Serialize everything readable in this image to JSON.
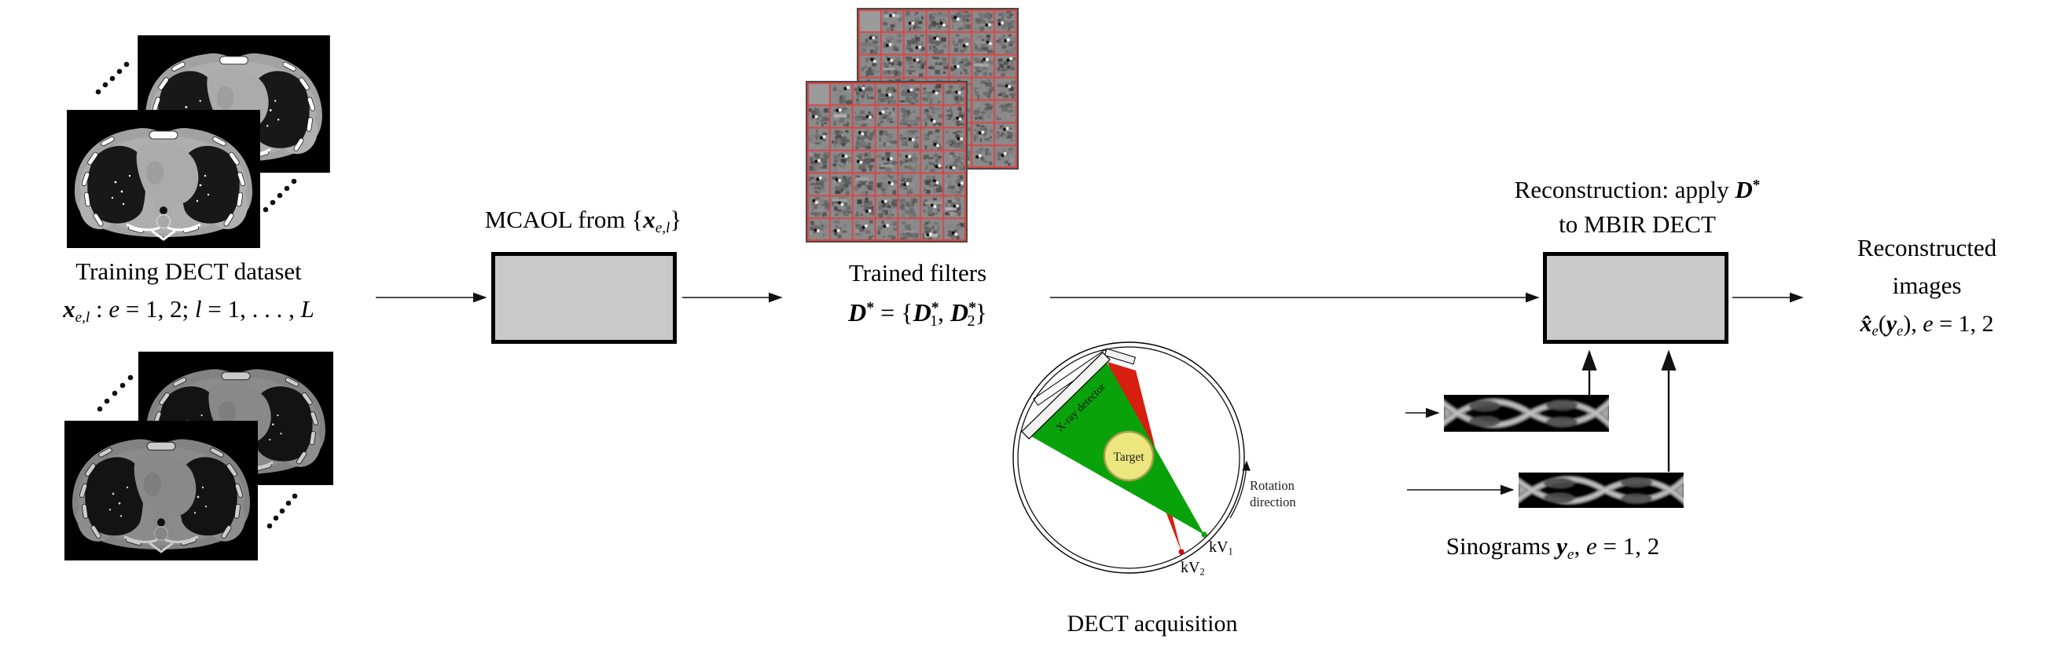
{
  "figure_caption_note": "Flow diagram: MCAOL dictionary learning for MBIR DECT reconstruction",
  "training": {
    "title": "Training DECT dataset",
    "math": [
      {
        "t": "x",
        "c": "bi"
      },
      {
        "t": "e,l",
        "c": "sub"
      },
      {
        "t": " : ",
        "c": "rm"
      },
      {
        "t": "e",
        "c": "it"
      },
      {
        "t": " = 1, 2; ",
        "c": "rm"
      },
      {
        "t": "l",
        "c": "it"
      },
      {
        "t": " = 1, . . . , ",
        "c": "rm"
      },
      {
        "t": "L",
        "c": "it"
      }
    ]
  },
  "mcaol": {
    "label": [
      {
        "t": "MCAOL from {",
        "c": "rm"
      },
      {
        "t": "x",
        "c": "bi"
      },
      {
        "t": "e,l",
        "c": "sub"
      },
      {
        "t": "}",
        "c": "rm"
      }
    ]
  },
  "trained_filters": {
    "title": "Trained filters",
    "math": [
      {
        "t": "D",
        "c": "bi"
      },
      {
        "t": "*",
        "c": "sup"
      },
      {
        "t": " = {",
        "c": "rm"
      },
      {
        "t": "D",
        "c": "bi"
      },
      {
        "t": "*",
        "c": "sup"
      },
      {
        "t": "1",
        "c": "sub ssub up"
      },
      {
        "t": ", ",
        "c": "rm"
      },
      {
        "t": "D",
        "c": "bi"
      },
      {
        "t": "*",
        "c": "sup"
      },
      {
        "t": "2",
        "c": "sub ssub up"
      },
      {
        "t": "}",
        "c": "rm"
      }
    ]
  },
  "reconstruction": {
    "title_line1": [
      {
        "t": "Reconstruction: apply ",
        "c": "rm"
      },
      {
        "t": "D",
        "c": "bi"
      },
      {
        "t": "*",
        "c": "sup"
      }
    ],
    "title_line2": "to MBIR DECT"
  },
  "reconstructed": {
    "line1": "Reconstructed",
    "line2": "images",
    "math": [
      {
        "t": "x̂",
        "c": "bi"
      },
      {
        "t": "e",
        "c": "sub"
      },
      {
        "t": "(",
        "c": "rm"
      },
      {
        "t": "y",
        "c": "bi"
      },
      {
        "t": "e",
        "c": "sub"
      },
      {
        "t": "), ",
        "c": "rm"
      },
      {
        "t": "e",
        "c": "it"
      },
      {
        "t": " = 1, 2",
        "c": "rm"
      }
    ]
  },
  "sinograms": {
    "label": [
      {
        "t": "Sinograms ",
        "c": "rm"
      },
      {
        "t": "y",
        "c": "bi"
      },
      {
        "t": "e",
        "c": "sub"
      },
      {
        "t": ", ",
        "c": "rm"
      },
      {
        "t": "e",
        "c": "it"
      },
      {
        "t": " = 1, 2",
        "c": "rm"
      }
    ]
  },
  "dect_acquisition": {
    "caption": "DECT acquisition",
    "target_label": "Target",
    "detector_label": "X-ray detector",
    "rotation_line1": "Rotation",
    "rotation_line2": "direction",
    "kv1": [
      {
        "t": "kV",
        "c": "rm"
      },
      {
        "t": "1",
        "c": "sub up"
      }
    ],
    "kv2": [
      {
        "t": "kV",
        "c": "rm"
      },
      {
        "t": "2",
        "c": "sub up"
      }
    ]
  },
  "colors": {
    "background": "#ffffff",
    "box_fill": "#c9c9c9",
    "box_border": "#000000",
    "beam_kv1_green": "#0aa20a",
    "beam_kv2_red": "#d81e10",
    "source_dot_kv1": "#0aa20a",
    "source_dot_kv2": "#cc1111",
    "target_fill": "#ebe67e",
    "target_border": "#ac9c4e",
    "detector_fill": "#f2f2f2",
    "filter_grid_line": "#e04040",
    "filter_patch_gray": "#8a8a8a",
    "arrow": "#111111"
  },
  "filters_grid": {
    "rows": 7,
    "cols": 7,
    "size": 202,
    "seed_back": 97,
    "seed_front": 41
  }
}
